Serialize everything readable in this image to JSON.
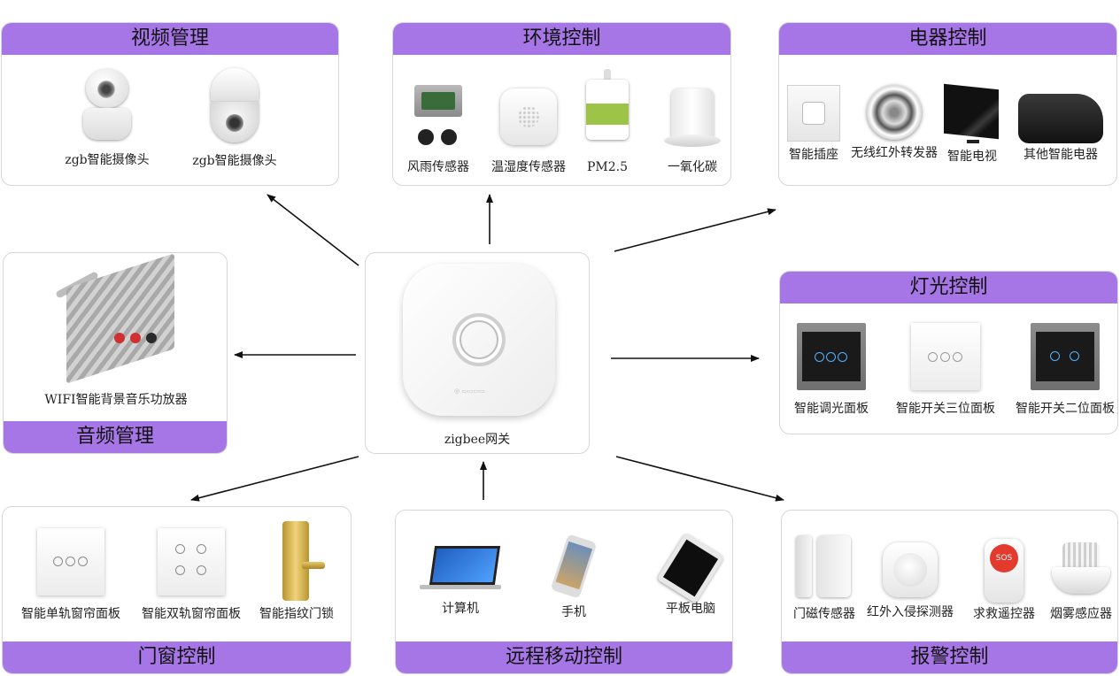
{
  "colors": {
    "band": "#a676e6",
    "border": "#d6d6d6",
    "arrow": "#111111"
  },
  "panels": {
    "video": {
      "title": "视频管理",
      "items": [
        "zgb智能摄像头",
        "zgb智能摄像头"
      ]
    },
    "env": {
      "title": "环境控制",
      "items": [
        "风雨传感器",
        "温湿度传感器",
        "PM2.5",
        "一氧化碳"
      ]
    },
    "appliance": {
      "title": "电器控制",
      "items": [
        "智能插座",
        "无线红外转发器",
        "智能电视",
        "其他智能电器"
      ]
    },
    "audio": {
      "title": "音频管理",
      "items": [
        "WIFI智能背景音乐功放器"
      ]
    },
    "gateway": {
      "label": "zigbee网关"
    },
    "light": {
      "title": "灯光控制",
      "items": [
        "智能调光面板",
        "智能开关三位面板",
        "智能开关二位面板"
      ]
    },
    "door": {
      "title": "门窗控制",
      "items": [
        "智能单轨窗帘面板",
        "智能双轨窗帘面板",
        "智能指纹门锁"
      ]
    },
    "remote": {
      "title": "远程移动控制",
      "items": [
        "计算机",
        "手机",
        "平板电脑"
      ]
    },
    "alarm": {
      "title": "报警控制",
      "items": [
        "门磁传感器",
        "红外入侵探测器",
        "求救遥控器",
        "烟雾感应器"
      ]
    }
  },
  "icons": {
    "sos_text": "SOS"
  }
}
